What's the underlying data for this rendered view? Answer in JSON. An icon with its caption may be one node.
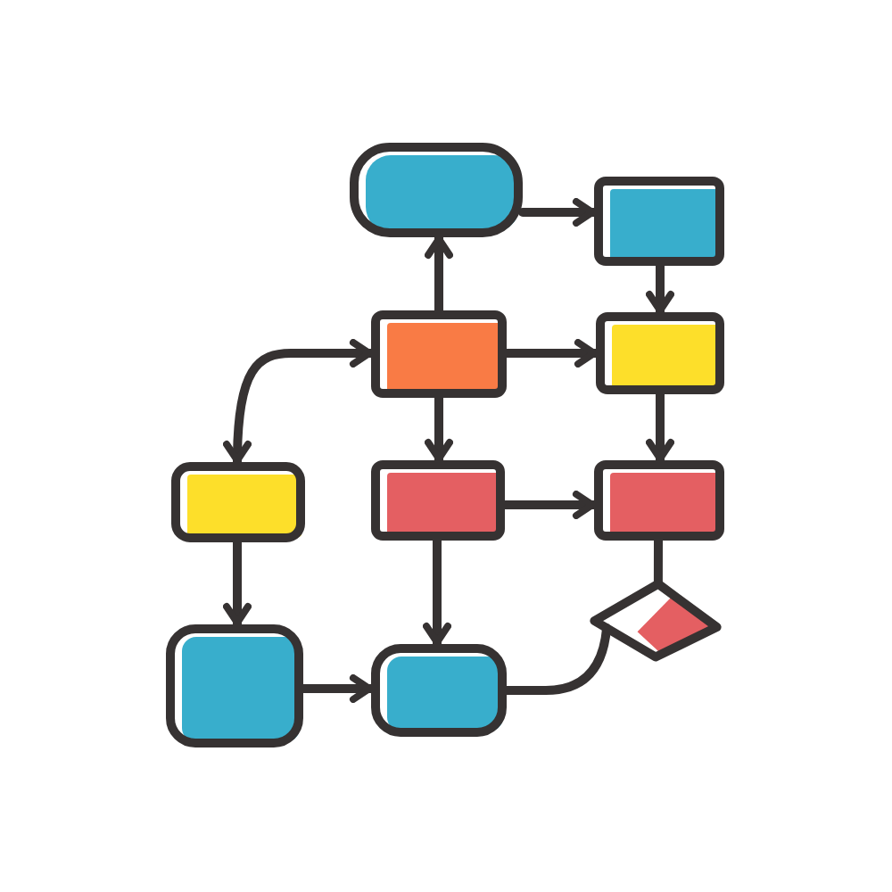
{
  "diagram": {
    "nodes": [
      {
        "text": [],
        "shape": "box"
      },
      {
        "text": [],
        "shape": "box"
      },
      {
        "text": [],
        "shape": "box"
      },
      {
        "text": [],
        "shape": "box"
      },
      {
        "text": [],
        "shape": "box"
      },
      {
        "text": [],
        "shape": "box"
      },
      {
        "text": [],
        "shape": "box"
      },
      {
        "text": [],
        "shape": "diamond"
      },
      {
        "text": [],
        "shape": "box"
      },
      {
        "text": [],
        "shape": "box"
      }
    ],
    "edges": [
      {
        "from": 0,
        "to": 1,
        "arrow": "to"
      },
      {
        "from": 2,
        "to": 0,
        "arrow": "to"
      },
      {
        "from": 1,
        "to": 3,
        "arrow": "to"
      },
      {
        "from": 2,
        "to": 3,
        "arrow": "to"
      },
      {
        "from": 4,
        "to": 2,
        "arrow": "both"
      },
      {
        "from": 2,
        "to": 5,
        "arrow": "to"
      },
      {
        "from": 3,
        "to": 6,
        "arrow": "to"
      },
      {
        "from": 5,
        "to": 6,
        "arrow": "to"
      },
      {
        "from": 6,
        "to": 7,
        "arrow": "none"
      },
      {
        "from": 4,
        "to": 8,
        "arrow": "to"
      },
      {
        "from": 5,
        "to": 9,
        "arrow": "to"
      },
      {
        "from": 8,
        "to": 9,
        "arrow": "to"
      },
      {
        "from": 9,
        "to": 7,
        "arrow": "none"
      }
    ]
  }
}
